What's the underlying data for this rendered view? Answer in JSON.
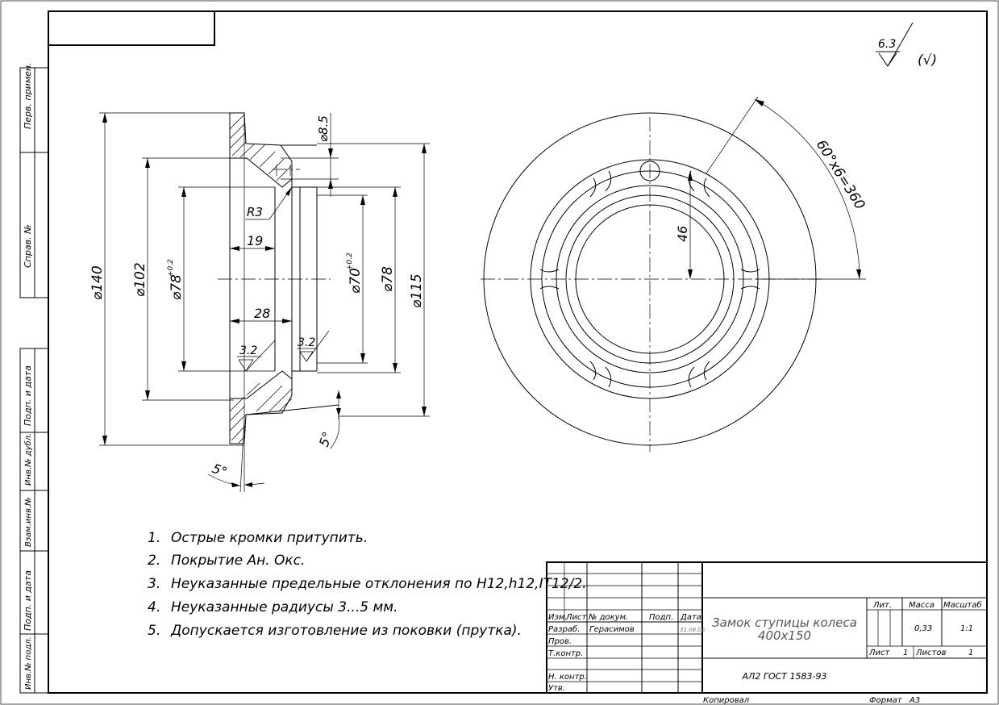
{
  "surface_finish": {
    "general": "6.3",
    "other": "(√)"
  },
  "section_view": {
    "dims": {
      "d140": "⌀140",
      "d102": "⌀102",
      "d78_tol": "⌀78",
      "d78_tol_sup": "+0.2",
      "d70_tol": "⌀70",
      "d70_tol_sup": "+0.2",
      "d78": "⌀78",
      "d115": "⌀115",
      "d8_5": "⌀8.5",
      "r3": "R3",
      "w19": "19",
      "w28": "28",
      "rough_left": "3.2",
      "rough_right": "3.2",
      "angle_bottom": "5°",
      "angle_right": "5°"
    }
  },
  "plan_view": {
    "dims": {
      "pattern": "60°x6=360",
      "h46": "46"
    }
  },
  "notes": [
    {
      "num": "1.",
      "text": "Острые кромки притупить."
    },
    {
      "num": "2.",
      "text": "Покрытие Ан. Окс."
    },
    {
      "num": "3.",
      "text": "Неуказанные предельные отклонения по H12,h12,IT12/2."
    },
    {
      "num": "4.",
      "text": "Неуказанные радиусы 3...5 мм."
    },
    {
      "num": "5.",
      "text": "Допускается изготовление из поковки (прутка)."
    }
  ],
  "side_strip": {
    "perv_primen": "Перв. примен.",
    "sprav_no": "Справ. №",
    "podp_data_1": "Подп. и дата",
    "inv_dubl": "Инв.№ дубл.",
    "vzam_inv": "Взам.инв.№",
    "podp_data_2": "Подп. и дата",
    "inv_podl": "Инв.№ подл."
  },
  "title_block": {
    "col_izm": "Изм.",
    "col_list": "Лист",
    "col_doc": "№ докум.",
    "col_podp": "Подп.",
    "col_data": "Дата",
    "row_razrab": "Разраб.",
    "razrab_name": "Герасимов",
    "razrab_date": "31.08.06",
    "row_prov": "Пров.",
    "row_tkontr": "Т.контр.",
    "row_nkontr": "Н. контр.",
    "row_utv": "Утв.",
    "title_line1": "Замок ступицы колеса",
    "title_line2": "400х150",
    "material": "АЛ2 ГОСТ 1583-93",
    "lit_label": "Лит.",
    "massa_label": "Масса",
    "massa_value": "0,33",
    "masshtab_label": "Масштаб",
    "masshtab_value": "1:1",
    "list_label": "Лист",
    "list_value": "1",
    "listov_label": "Листов",
    "listov_value": "1"
  },
  "footer": {
    "kopiroval": "Копировал",
    "format": "Формат",
    "format_value": "A3"
  }
}
